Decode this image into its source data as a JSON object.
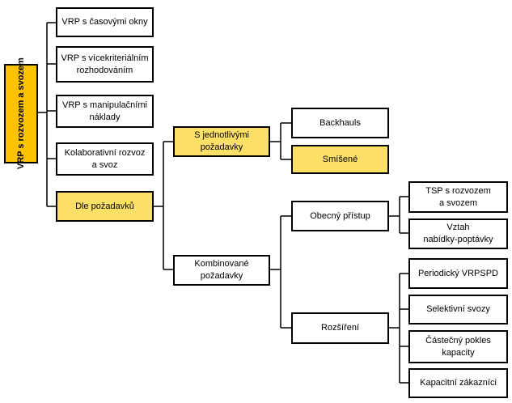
{
  "root": "VRP s rozvozem\na svozem",
  "level1": [
    "VRP s časovými okny",
    "VRP s vícekriteriálním\nrozhodováním",
    "VRP s manipulačními\nnáklady",
    "Kolaborativní rozvoz\na svoz",
    "Dle požadavků"
  ],
  "dle_pozadavku": {
    "jednotlive": "S jednotlivými\npožadavky",
    "kombinovane": "Kombinované\npožadavky"
  },
  "jednotlive_children": [
    "Backhauls",
    "Smíšené"
  ],
  "kombinovane_children": [
    "Obecný přístup",
    "Rozšíření"
  ],
  "obecny_children": [
    "TSP s rozvozem\na svozem",
    "Vztah\nnabídky-poptávky"
  ],
  "rozsireni_children": [
    "Periodický VRPSPD",
    "Selektivní svozy",
    "Částečný pokles\nkapacity",
    "Kapacitní zákazníci"
  ],
  "colors": {
    "root": "#ffc200",
    "highlight": "#ffe066",
    "border": "#000000"
  }
}
